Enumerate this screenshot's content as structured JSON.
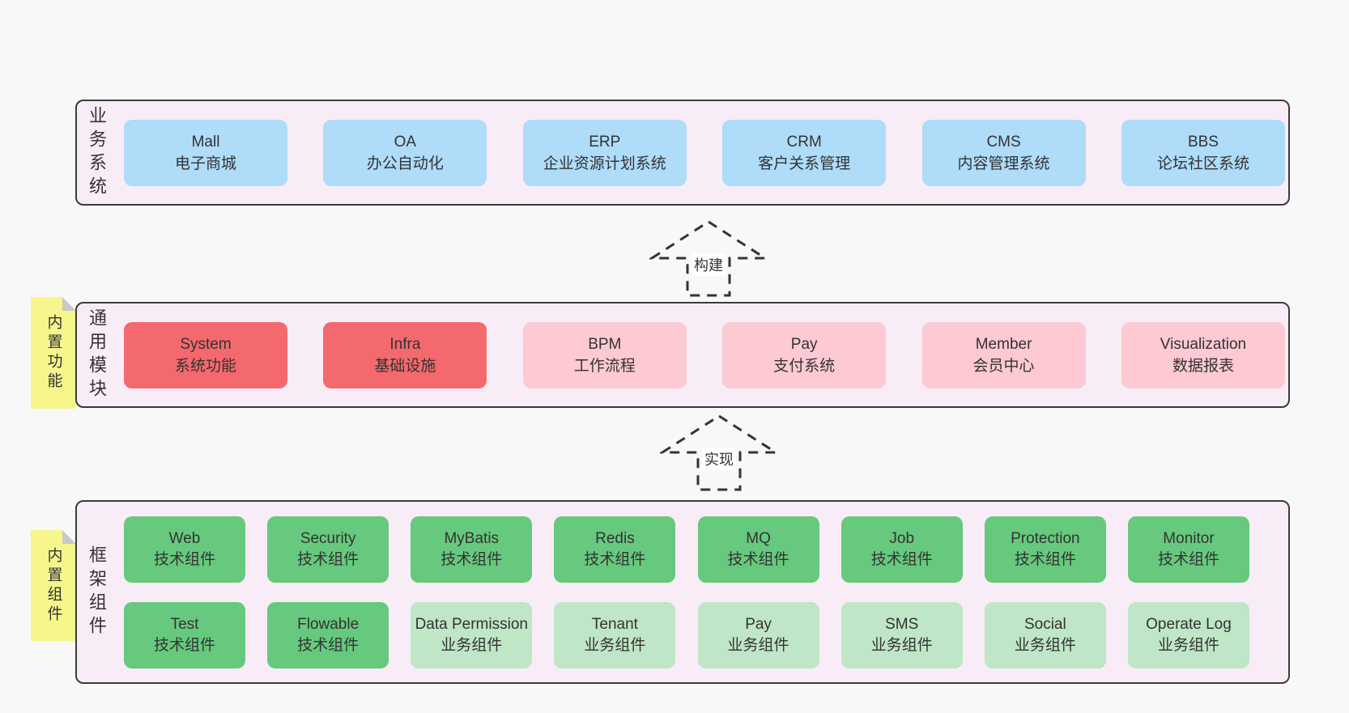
{
  "colors": {
    "page_bg": "#f8f8f8",
    "layer_bg": "#f8edf6",
    "layer_border": "#3b3b3b",
    "box_blue": "#aedcf9",
    "box_red": "#f4696d",
    "box_pink": "#fdc9d2",
    "box_green": "#66c97e",
    "box_light_green": "#bfe6c6",
    "sticky_yellow": "#f6f68c",
    "text": "#333333"
  },
  "arrows": [
    {
      "label": "构建"
    },
    {
      "label": "实现"
    }
  ],
  "layers": [
    {
      "label": "业务系统",
      "boxes": [
        {
          "name": "Mall",
          "desc": "电子商城"
        },
        {
          "name": "OA",
          "desc": "办公自动化"
        },
        {
          "name": "ERP",
          "desc": "企业资源计划系统"
        },
        {
          "name": "CRM",
          "desc": "客户关系管理"
        },
        {
          "name": "CMS",
          "desc": "内容管理系统"
        },
        {
          "name": "BBS",
          "desc": "论坛社区系统"
        }
      ]
    },
    {
      "label": "通用模块",
      "sticky": "内置功能",
      "boxes": [
        {
          "name": "System",
          "desc": "系统功能"
        },
        {
          "name": "Infra",
          "desc": "基础设施"
        },
        {
          "name": "BPM",
          "desc": "工作流程"
        },
        {
          "name": "Pay",
          "desc": "支付系统"
        },
        {
          "name": "Member",
          "desc": "会员中心"
        },
        {
          "name": "Visualization",
          "desc": "数据报表"
        }
      ]
    },
    {
      "label": "框架组件",
      "sticky": "内置组件",
      "rows": [
        [
          {
            "name": "Web",
            "desc": "技术组件"
          },
          {
            "name": "Security",
            "desc": "技术组件"
          },
          {
            "name": "MyBatis",
            "desc": "技术组件"
          },
          {
            "name": "Redis",
            "desc": "技术组件"
          },
          {
            "name": "MQ",
            "desc": "技术组件"
          },
          {
            "name": "Job",
            "desc": "技术组件"
          },
          {
            "name": "Protection",
            "desc": "技术组件"
          },
          {
            "name": "Monitor",
            "desc": "技术组件"
          }
        ],
        [
          {
            "name": "Test",
            "desc": "技术组件"
          },
          {
            "name": "Flowable",
            "desc": "技术组件"
          },
          {
            "name": "Data Permission",
            "desc": "业务组件"
          },
          {
            "name": "Tenant",
            "desc": "业务组件"
          },
          {
            "name": "Pay",
            "desc": "业务组件"
          },
          {
            "name": "SMS",
            "desc": "业务组件"
          },
          {
            "name": "Social",
            "desc": "业务组件"
          },
          {
            "name": "Operate Log",
            "desc": "业务组件"
          }
        ]
      ]
    }
  ]
}
